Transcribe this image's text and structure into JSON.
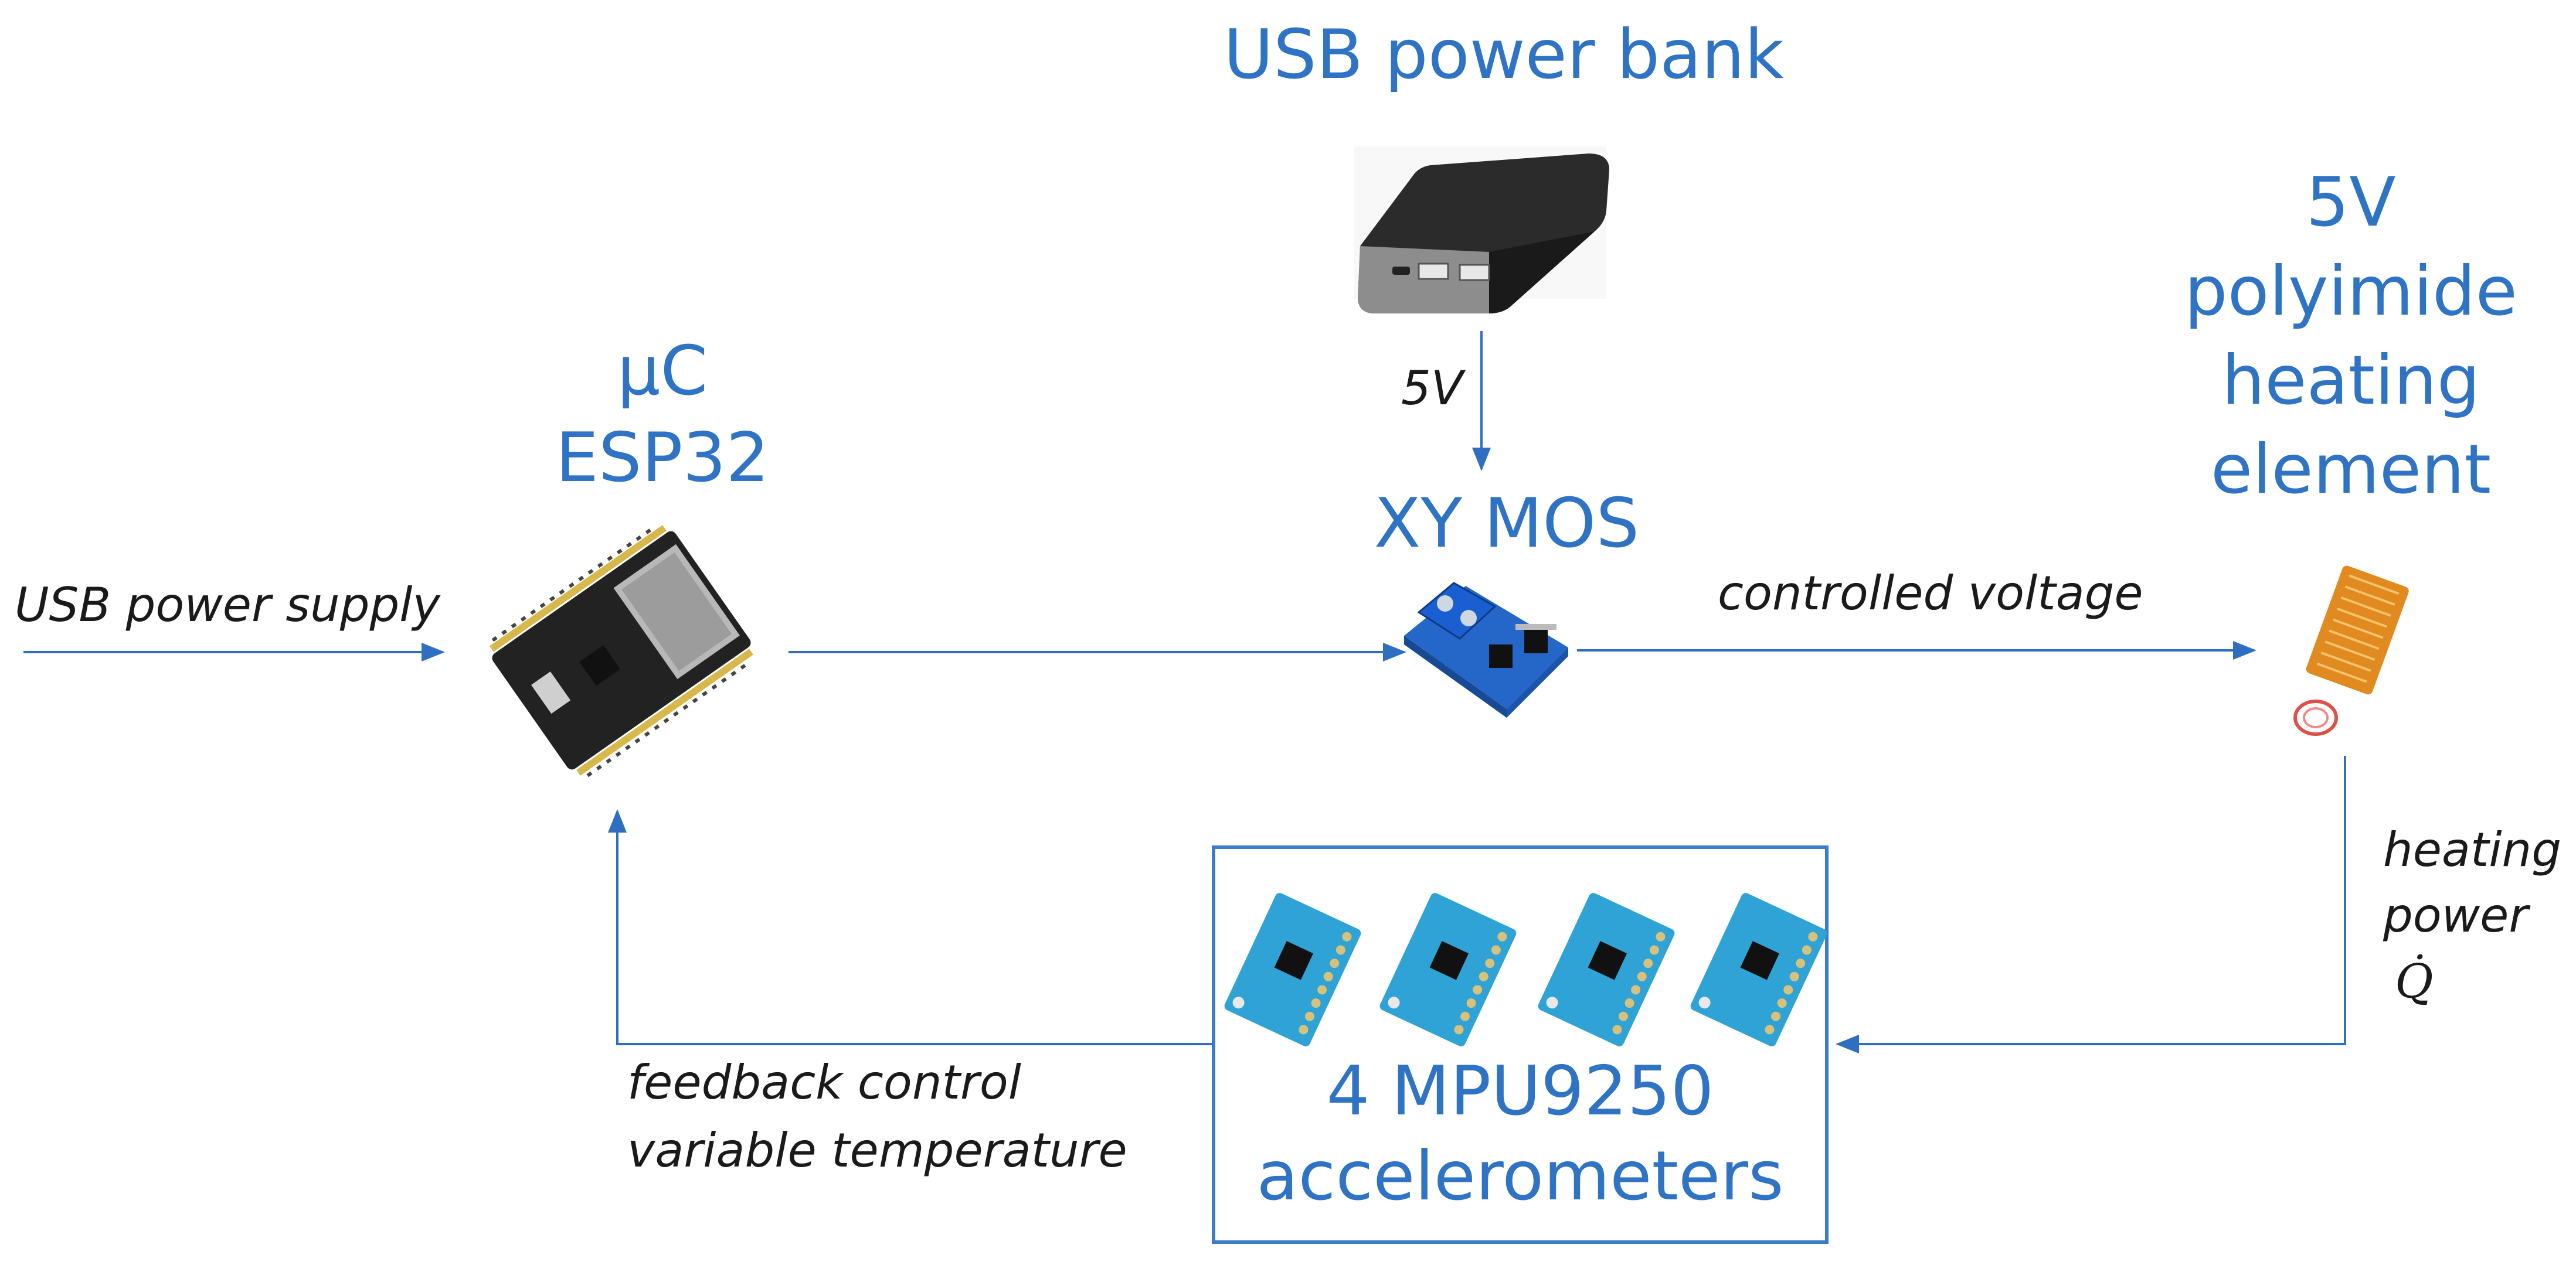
{
  "nodes": {
    "power_bank": "USB power bank",
    "mcu_line1": "µC",
    "mcu_line2": "ESP32",
    "mosfet": "XY MOS",
    "heater": [
      "5V",
      "polyimide",
      "heating",
      "element"
    ],
    "accelerometers": [
      "4 MPU9250",
      "accelerometers"
    ]
  },
  "edge_labels": {
    "usb_power_supply": "USB power supply",
    "five_volt": "5V",
    "controlled_voltage": "controlled voltage",
    "heating_power": [
      "heating",
      "power",
      "Q̇"
    ],
    "feedback": [
      "feedback control",
      "variable temperature"
    ]
  },
  "colors": {
    "title": "#2f73c4",
    "arrow": "#2f6fc2",
    "box_border": "#3a7cc9"
  },
  "icons": [
    "power-bank-image",
    "esp32-board-image",
    "mosfet-module-image",
    "heating-element-image",
    "mpu9250-board-image"
  ]
}
